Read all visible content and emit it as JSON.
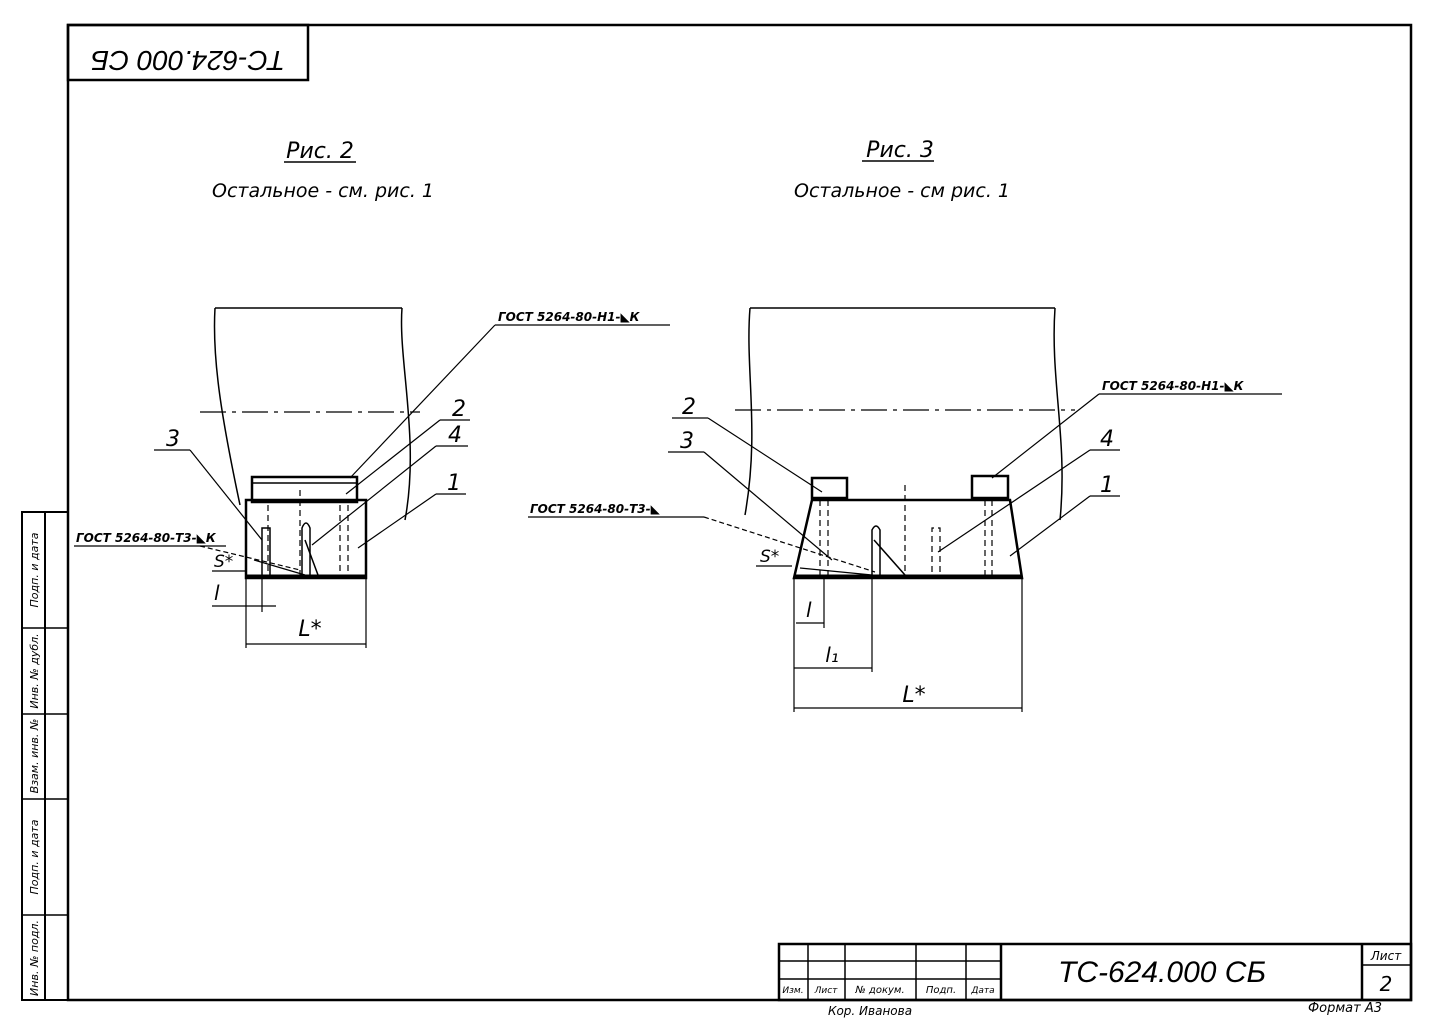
{
  "stamp_code": "ТС-624.000 СБ",
  "fig2": {
    "title": "Рис. 2",
    "subtitle": "Остальное - см. рис. 1",
    "weld_top": "ГОСТ 5264-80-Н1-◣К",
    "weld_left": "ГОСТ 5264-80-Т3-◣К",
    "pos": [
      "3",
      "2",
      "4",
      "1"
    ],
    "dim_s": "S*",
    "dim_l": "l",
    "dim_L": "L*"
  },
  "fig3": {
    "title": "Рис. 3",
    "subtitle": "Остальное - см рис. 1",
    "weld_top": "ГОСТ 5264-80-Н1-◣К",
    "weld_left": "ГОСТ 5264-80-Т3-◣",
    "pos": [
      "2",
      "3",
      "4",
      "1"
    ],
    "dim_s": "S*",
    "dim_l": "l",
    "dim_l1": "l₁",
    "dim_L": "L*"
  },
  "side_strip": [
    "Подп. и дата",
    "Инв. № дубл.",
    "Взам. инв. №",
    "Подп. и дата",
    "Инв. № подл."
  ],
  "title_block": {
    "headers": [
      "Изм.",
      "Лист",
      "№ докум.",
      "Подп.",
      "Дата"
    ],
    "doc_code": "ТС-624.000 СБ",
    "sheet_label": "Лист",
    "sheet_no": "2",
    "copier": "Кор. Иванова",
    "format": "Формат А3"
  }
}
